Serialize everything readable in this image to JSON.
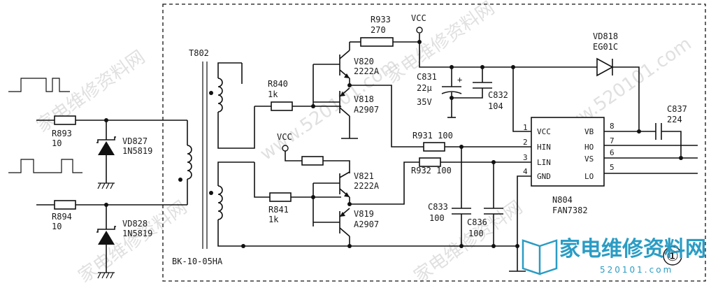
{
  "components": {
    "t802": "T802",
    "transformer_part": "BK-10-05HA",
    "r893_ref": "R893",
    "r893_val": "10",
    "r894_ref": "R894",
    "r894_val": "10",
    "vd827_ref": "VD827",
    "vd827_val": "1N5819",
    "vd828_ref": "VD828",
    "vd828_val": "1N5819",
    "r840_ref": "R840",
    "r840_val": "1k",
    "r841_ref": "R841",
    "r841_val": "1k",
    "r933_ref": "R933",
    "r933_val": "270",
    "v820_ref": "V820",
    "v820_val": "2222A",
    "v818_ref": "V818",
    "v818_val": "A2907",
    "v821_ref": "V821",
    "v821_val": "2222A",
    "v819_ref": "V819",
    "v819_val": "A2907",
    "c831_ref": "C831",
    "c831_val": "22μ",
    "c831_volt": "35V",
    "c831_plus": "+",
    "c832_ref": "C832",
    "c832_val": "104",
    "r931": "R931  100",
    "r932": "R932  100",
    "c833_ref": "C833",
    "c833_val": "100",
    "c836_ref": "C836",
    "c836_val": "100",
    "vd818_ref": "VD818",
    "vd818_val": "EG01C",
    "c837_ref": "C837",
    "c837_val": "224",
    "n804_ref": "N804",
    "n804_val": "FAN7382",
    "vcc_top": "VCC",
    "vcc_mid": "VCC"
  },
  "ic_pins": {
    "p1": "1",
    "p2": "2",
    "p3": "3",
    "p4": "4",
    "p5": "5",
    "p6": "6",
    "p7": "7",
    "p8": "8",
    "vcc": "VCC",
    "hin": "HIN",
    "lin": "LIN",
    "gnd": "GND",
    "vb": "VB",
    "ho": "HO",
    "vs": "VS",
    "lo": "LO"
  },
  "figure_number": "①",
  "watermark": {
    "chinese": "家电维修资料网",
    "url": "www.520101.com"
  },
  "brand": {
    "name": "家电维修资料网",
    "url": "520101.com"
  }
}
